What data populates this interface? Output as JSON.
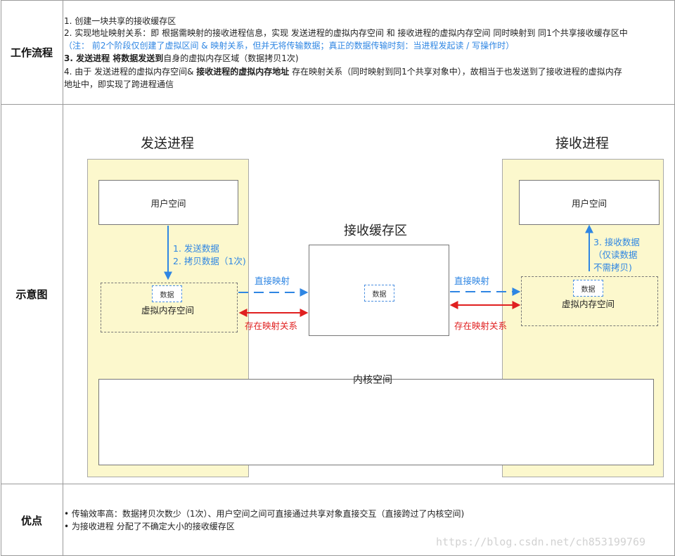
{
  "table": {
    "workflow_label": "工作流程",
    "diagram_label": "示意图",
    "advantages_label": "优点"
  },
  "workflow": {
    "step1": "1. 创建一块共享的接收缓存区",
    "step2": "2. 实现地址映射关系：即 根据需映射的接收进程信息，实现 发送进程的虚拟内存空间 和 接收进程的虚拟内存空间 同时映射到 同1个共享接收缓存区中",
    "note": "（注：  前2个阶段仅创建了虚拟区间 & 映射关系，但并无将传输数据；真正的数据传输时刻：当进程发起读 / 写操作时）",
    "step3_bold": "3. 发送进程 将数据发送到",
    "step3_rest": "自身的虚拟内存区域（数据拷贝1次)",
    "step4_a": "4. 由于 发送进程的虚拟内存空间& ",
    "step4_b": "接收进程的虚拟内存地址",
    "step4_c": " 存在映射关系（同时映射到同1个共享对象中），故相当于也发送到了接收进程的虚拟内存",
    "step4_d": "地址中，即实现了跨进程通信"
  },
  "diagram": {
    "sender_title": "发送进程",
    "receiver_title": "接收进程",
    "buffer_title": "接收缓存区",
    "user_space": "用户空间",
    "user_space_right": "用户空间",
    "virtual_mem_left": "虚拟内存空间",
    "virtual_mem_right": "虚拟内存空间",
    "data_left": "数据",
    "data_center": "数据",
    "data_right": "数据",
    "kernel_space": "内核空间",
    "send_step1": "1. 发送数据",
    "send_step2": "2. 拷贝数据（1次)",
    "recv_step3": "3. 接收数据",
    "recv_note1": "（仅读数据",
    "recv_note2": "不需拷贝)",
    "direct_map_left": "直接映射",
    "direct_map_right": "直接映射",
    "mapping_left": "存在映射关系",
    "mapping_right": "存在映射关系",
    "colors": {
      "blue": "#2f86e3",
      "red": "#e02020",
      "yellow": "#fcf8cd"
    }
  },
  "advantages": {
    "item1": "• 传输效率高：数据拷贝次数少（1次）、用户空间之间可直接通过共享对象直接交互（直接跨过了内核空间)",
    "item2": "• 为接收进程 分配了不确定大小的接收缓存区"
  },
  "watermark": "https://blog.csdn.net/ch853199769"
}
